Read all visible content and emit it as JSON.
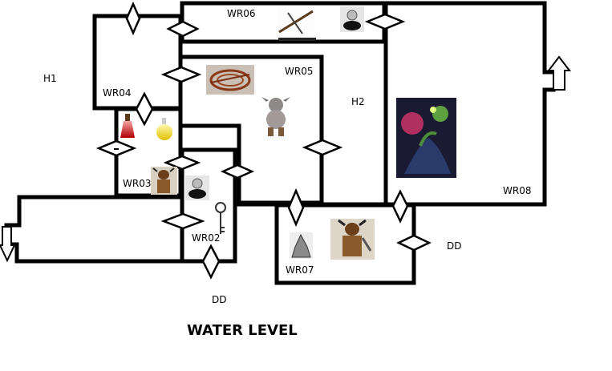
{
  "title": "WATER LEVEL",
  "rooms": [
    "WR02",
    "WR03",
    "WR04",
    "WR05",
    "WR06",
    "WR07",
    "WR08"
  ],
  "areas": [
    "H1",
    "H2"
  ],
  "dd_labels": [
    "DD",
    "DD"
  ],
  "icons": [
    "crossbow-icon",
    "cauldron-icon",
    "rope-icon",
    "goblin-icon",
    "monster-plant-icon",
    "red-potion-icon",
    "yellow-potion-icon",
    "minotaur-icon",
    "cauldron-icon",
    "key-icon",
    "crystal-icon",
    "minotaur-icon"
  ],
  "colors": {
    "walls": "#000000",
    "background": "#ffffff"
  }
}
